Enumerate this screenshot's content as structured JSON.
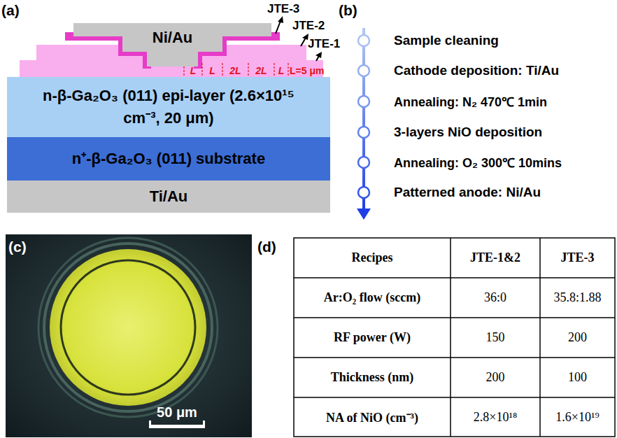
{
  "diagram": {
    "nodes": [
      {
        "text": [
          "Ni/Au"
        ]
      },
      {
        "text": [
          "n-β-Ga₂O₃ (011) epi-layer (2.6×10¹⁵ cm⁻³, 20 μm)"
        ]
      },
      {
        "text": [
          "n⁺-β-Ga₂O₃ (011) substrate"
        ]
      },
      {
        "text": [
          "Ti/Au"
        ]
      }
    ],
    "labels": [
      "(a)",
      "JTE-3",
      "JTE-2",
      "JTE-1",
      "L",
      "L",
      "2L",
      "2L",
      "L",
      "L=5 μm",
      "(b)",
      "Sample cleaning",
      "Cathode deposition: Ti/Au",
      "Annealing: N₂ 470℃ 1min",
      "3-layers NiO deposition",
      "Annealing: O₂ 300℃ 10mins",
      "Patterned anode: Ni/Au",
      "(c)",
      "50 μm",
      "(d)",
      "Recipes",
      "JTE-1&2",
      "JTE-3",
      "Ar:O₂ flow (sccm)",
      "36:0",
      "35.8:1.88",
      "RF power (W)",
      "150",
      "200",
      "Thickness (nm)",
      "200",
      "100",
      "NA of NiO (cm⁻³)",
      "2.8×10¹⁸",
      "1.6×10¹⁹"
    ]
  }
}
